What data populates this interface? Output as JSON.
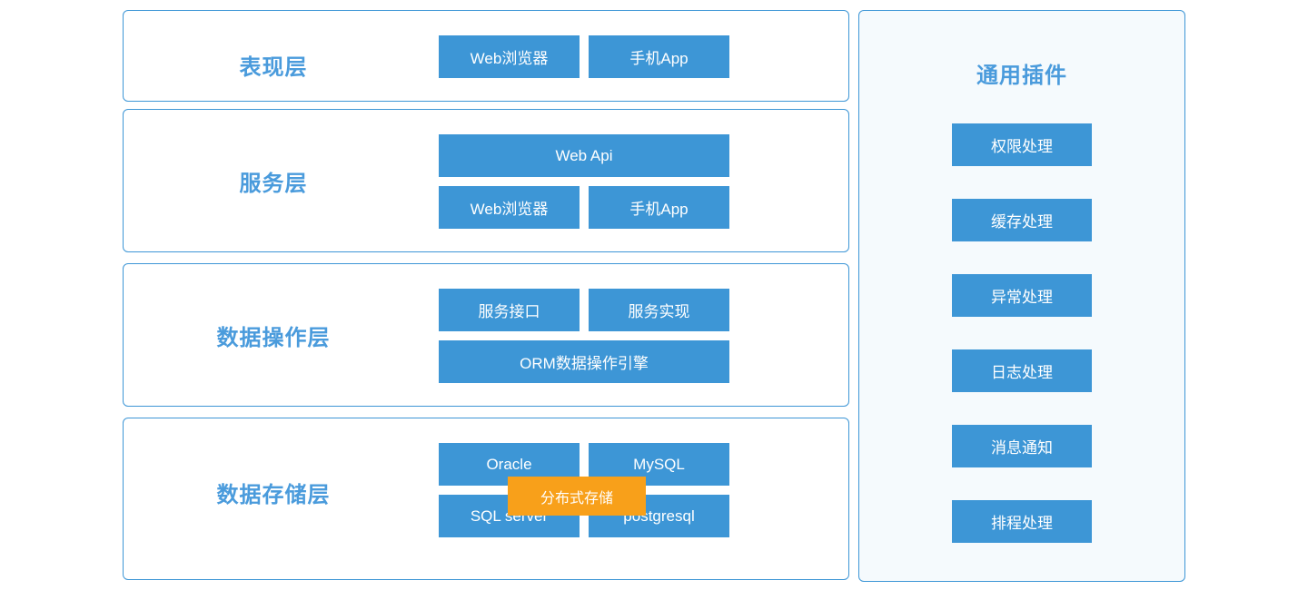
{
  "colors": {
    "accent_blue": "#3d96d6",
    "title_blue": "#4a9bdc",
    "highlight_orange": "#f8a01a",
    "panel_tint": "#f5fafd",
    "box_text": "#ffffff"
  },
  "layers": [
    {
      "title": "表现层",
      "rows": [
        [
          {
            "label": "Web浏览器",
            "span": "half"
          },
          {
            "label": "手机App",
            "span": "half"
          }
        ]
      ]
    },
    {
      "title": "服务层",
      "rows": [
        [
          {
            "label": "Web Api",
            "span": "full"
          }
        ],
        [
          {
            "label": "Web浏览器",
            "span": "half"
          },
          {
            "label": "手机App",
            "span": "half"
          }
        ]
      ]
    },
    {
      "title": "数据操作层",
      "rows": [
        [
          {
            "label": "服务接口",
            "span": "half"
          },
          {
            "label": "服务实现",
            "span": "half"
          }
        ],
        [
          {
            "label": "ORM数据操作引擎",
            "span": "full"
          }
        ]
      ]
    },
    {
      "title": "数据存储层",
      "rows": [
        [
          {
            "label": "Oracle",
            "span": "half"
          },
          {
            "label": "MySQL",
            "span": "half"
          }
        ],
        [
          {
            "label": "SQL server",
            "span": "half"
          },
          {
            "label": "postgresql",
            "span": "half"
          }
        ]
      ],
      "overlay": {
        "label": "分布式存储"
      }
    }
  ],
  "plugin_panel": {
    "title": "通用插件",
    "items": [
      {
        "label": "权限处理"
      },
      {
        "label": "缓存处理"
      },
      {
        "label": "异常处理"
      },
      {
        "label": "日志处理"
      },
      {
        "label": "消息通知"
      },
      {
        "label": "排程处理"
      }
    ]
  }
}
